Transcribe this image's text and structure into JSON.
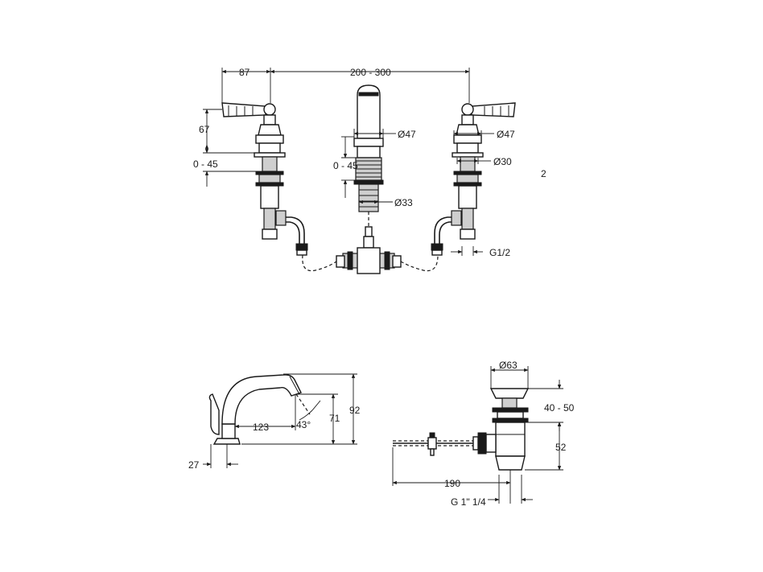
{
  "dimensions": {
    "d87": "87",
    "d200_300": "200 - 300",
    "d67": "67",
    "d0_45_left": "0 - 45",
    "d0_45_center": "0 - 45",
    "dia47_center": "Ø47",
    "dia47_right": "Ø47",
    "dia30": "Ø30",
    "dia33": "Ø33",
    "g12": "G1/2",
    "stray_2": "2",
    "d123": "123",
    "d43deg": "43°",
    "d71": "71",
    "d92": "92",
    "d27": "27",
    "dia63": "Ø63",
    "d40_50": "40 - 50",
    "d52": "52",
    "d190": "190",
    "g1_14": "G 1\" 1/4"
  }
}
